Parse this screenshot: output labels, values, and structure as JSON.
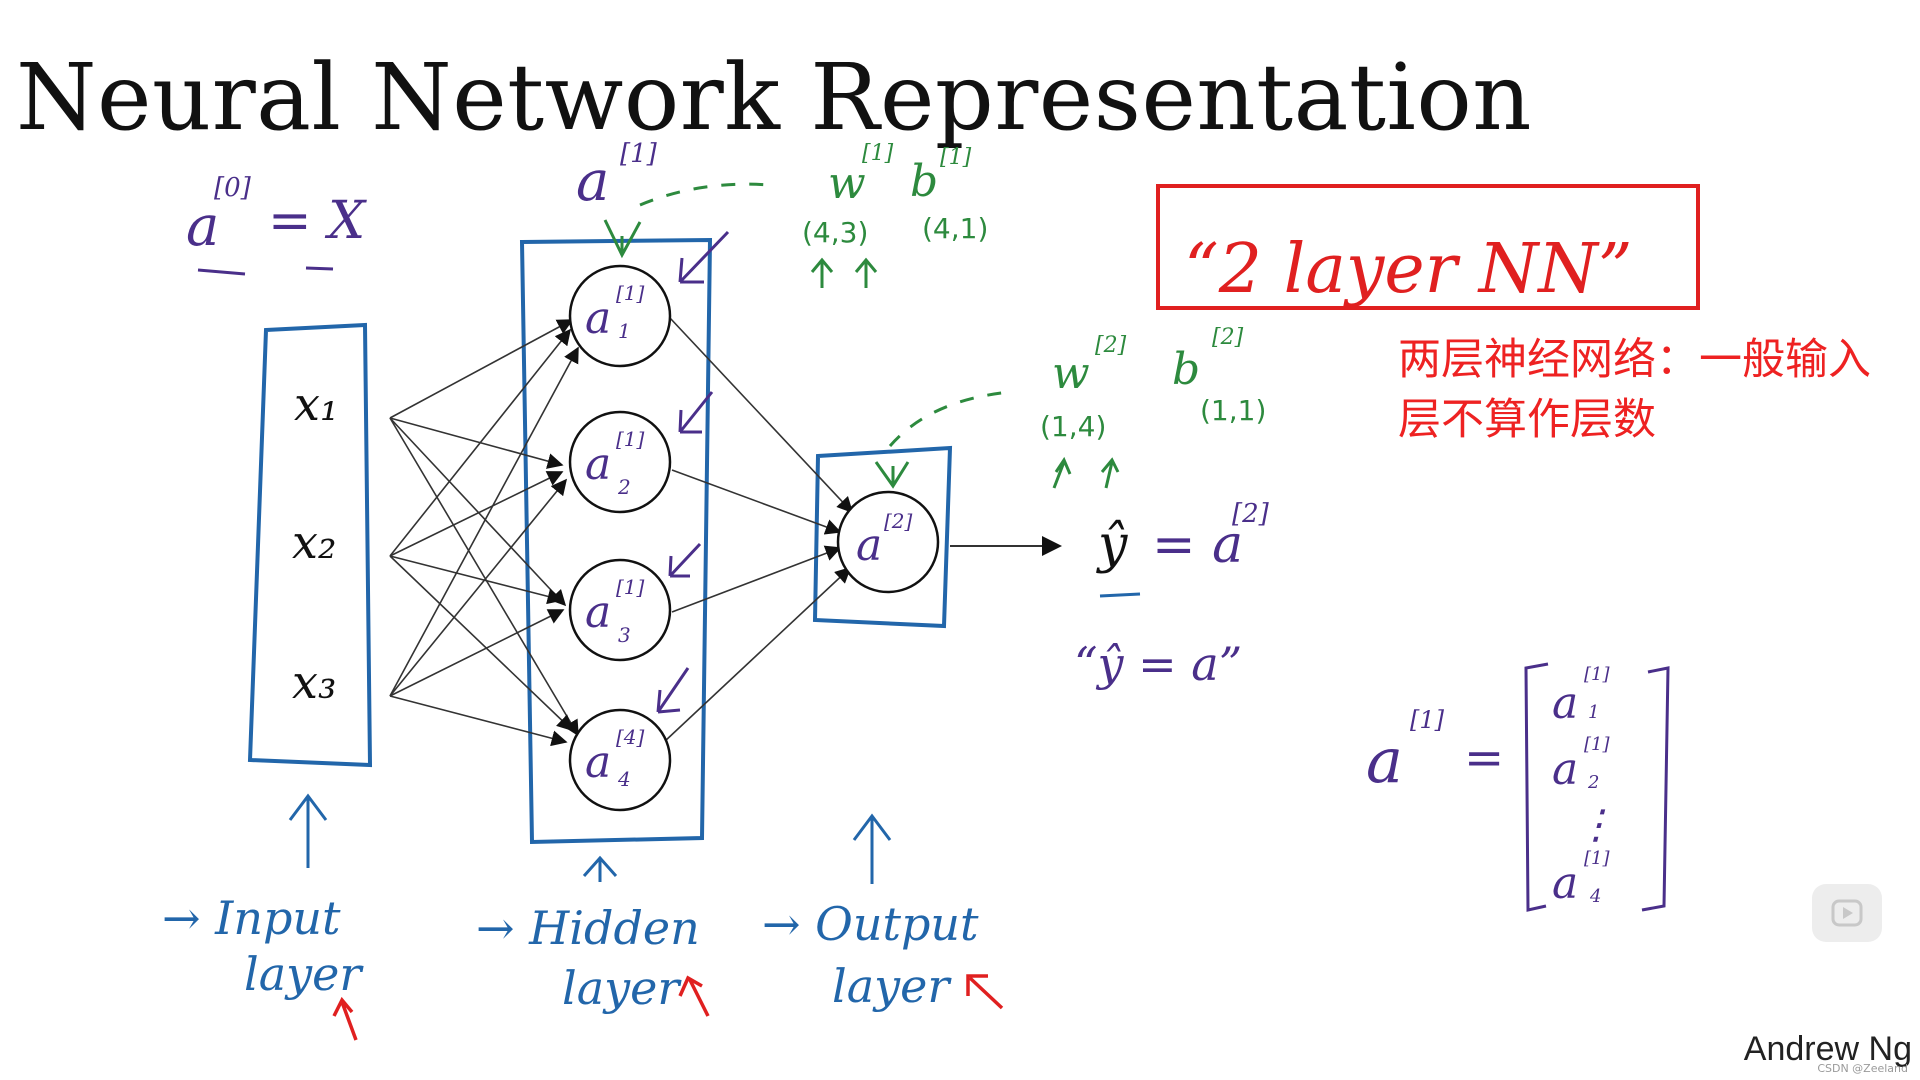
{
  "title": "Neural Network Representation",
  "credit": "Andrew Ng",
  "watermark": "CSDN @Zeeland",
  "play_icon": "play-icon",
  "note_box_text": "“2 layer NN”",
  "note_cn": "两层神经网络：一般输入层不算作层数",
  "colors": {
    "ink_black": "#111111",
    "ink_blue": "#2266aa",
    "ink_purple": "#4a2f8a",
    "ink_green": "#2d8a3e",
    "ink_red": "#e02020"
  },
  "input": {
    "labels": [
      "x₁",
      "x₂",
      "x₃"
    ],
    "a0": "a",
    "a0_sup": "[0]",
    "a0_rhs": "= X"
  },
  "hidden": {
    "header": "a",
    "header_sup": "[1]",
    "nodes": [
      {
        "base": "a",
        "sup": "[1]",
        "sub": "1"
      },
      {
        "base": "a",
        "sup": "[1]",
        "sub": "2"
      },
      {
        "base": "a",
        "sup": "[1]",
        "sub": "3"
      },
      {
        "base": "a",
        "sup": "[4]",
        "sub": "4"
      }
    ]
  },
  "output": {
    "node": {
      "base": "a",
      "sup": "[2]"
    }
  },
  "params": {
    "w1": "w",
    "w1_sup": "[1]",
    "w1_shape": "(4,3)",
    "b1": "b",
    "b1_sup": "[1]",
    "b1_shape": "(4,1)",
    "w2": "w",
    "w2_sup": "[2]",
    "w2_shape": "(1,4)",
    "b2": "b",
    "b2_sup": "[2]",
    "b2_shape": "(1,1)"
  },
  "yhat": {
    "lhs": "ŷ",
    "eq": "= a",
    "sup": "[2]",
    "quote": "“ŷ = a”"
  },
  "vector": {
    "lhs": "a",
    "lhs_sup": "[1]",
    "eq": "=",
    "entries": [
      {
        "base": "a",
        "sup": "[1]",
        "sub": "1"
      },
      {
        "base": "a",
        "sup": "[1]",
        "sub": "2"
      },
      {
        "base": "⋮",
        "sup": "",
        "sub": ""
      },
      {
        "base": "a",
        "sup": "[1]",
        "sub": "4"
      }
    ]
  },
  "layer_labels": {
    "input": [
      "→ Input",
      "layer"
    ],
    "hidden": [
      "→ Hidden",
      "layer"
    ],
    "output": [
      "→ Output",
      "layer"
    ]
  }
}
